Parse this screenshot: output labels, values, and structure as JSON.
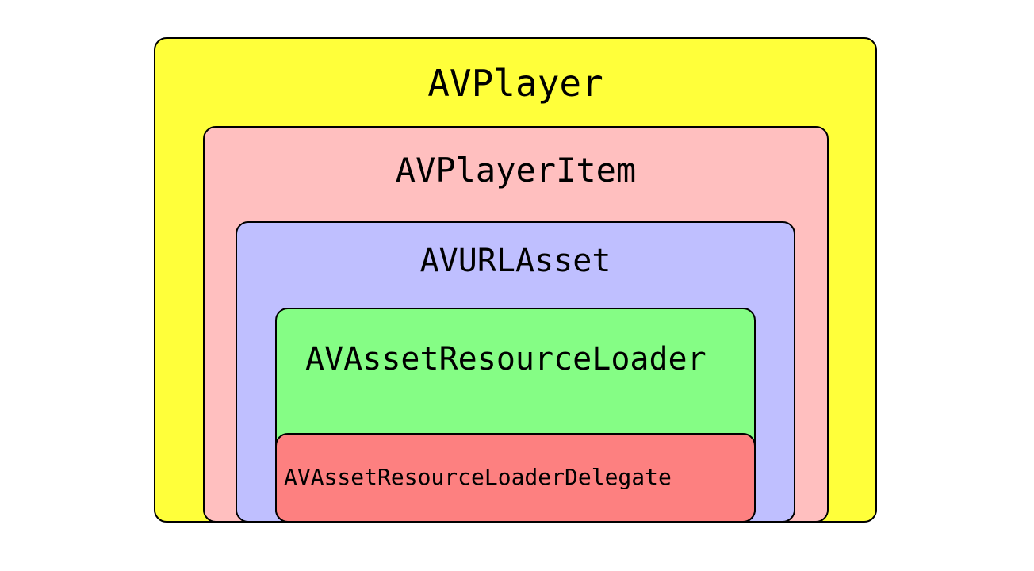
{
  "boxes": {
    "player": {
      "label": "AVPlayer",
      "color": "#ffff3a"
    },
    "item": {
      "label": "AVPlayerItem",
      "color": "#ffbfbf"
    },
    "asset": {
      "label": "AVURLAsset",
      "color": "#bfbfff"
    },
    "loader": {
      "label": "AVAssetResourceLoader",
      "color": "#85fd85"
    },
    "delegate": {
      "label": "AVAssetResourceLoaderDelegate",
      "color": "#fd8080"
    }
  }
}
